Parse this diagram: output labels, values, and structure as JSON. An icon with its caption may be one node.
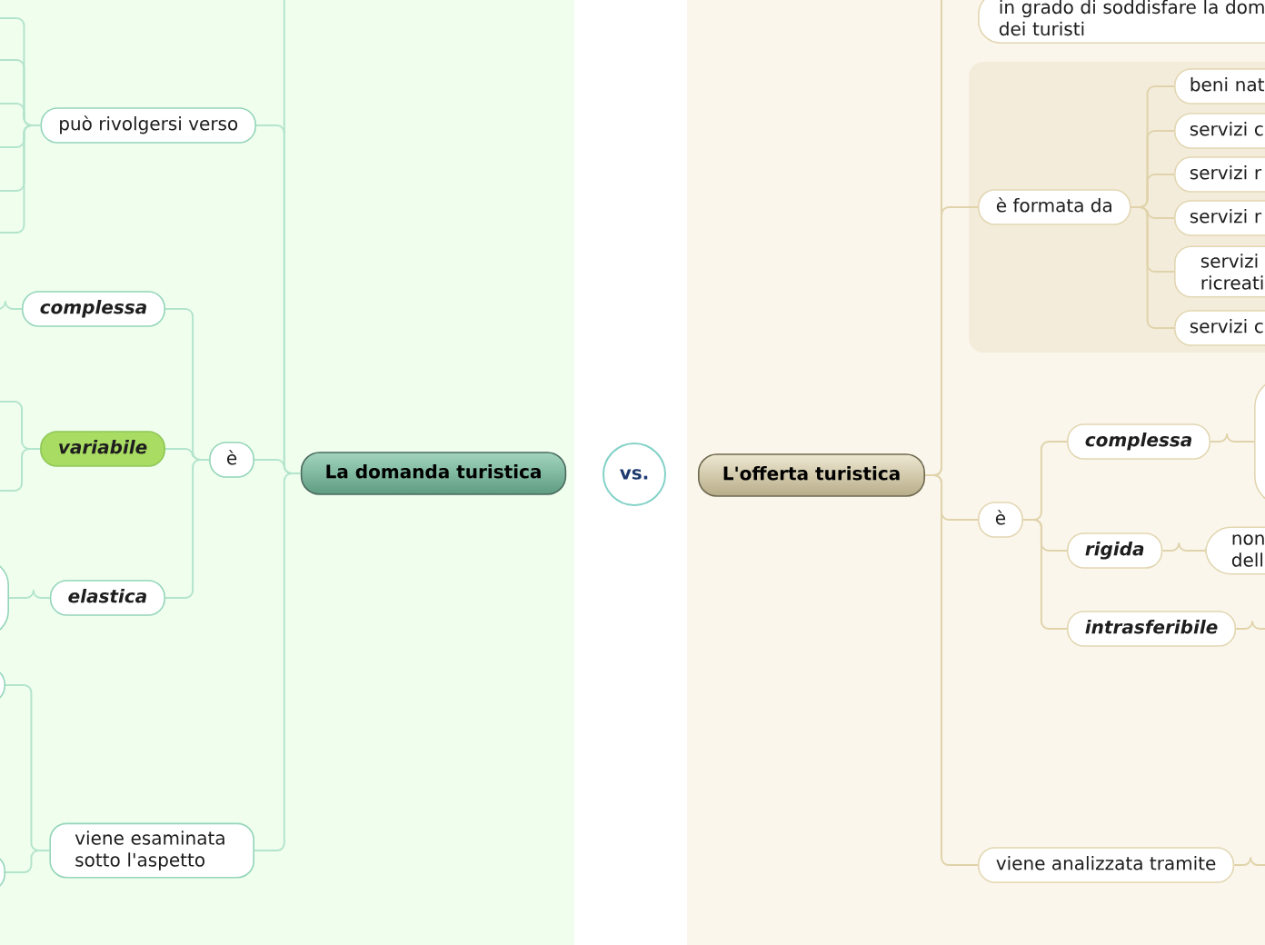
{
  "diagram": {
    "nodes": [
      {
        "text": [
          "può rivolgersi verso"
        ]
      },
      {
        "text": [
          "complessa"
        ]
      },
      {
        "text": [
          "variabile"
        ]
      },
      {
        "text": [
          "è"
        ]
      },
      {
        "text": [
          "La domanda turistica"
        ]
      },
      {
        "text": [],
        "shape": "box"
      },
      {
        "text": [
          "elastica"
        ]
      },
      {
        "text": [],
        "shape": "box"
      },
      {
        "text": [
          "viene esaminata sotto l'aspetto"
        ]
      },
      {
        "text": [],
        "shape": "box"
      },
      {
        "text": [
          "vs."
        ]
      },
      {
        "text": [
          "L'offerta turistica"
        ]
      },
      {
        "text": [
          "in grado di soddisfare la dom dei turisti"
        ]
      },
      {
        "text": [],
        "shape": "box"
      },
      {
        "text": [
          "è formata da"
        ],
        "in": 13
      },
      {
        "text": [
          "beni nat"
        ],
        "in": 13
      },
      {
        "text": [
          "servizi c"
        ],
        "in": 13
      },
      {
        "text": [
          "servizi r"
        ],
        "in": 13
      },
      {
        "text": [
          "servizi r"
        ],
        "in": 13
      },
      {
        "text": [
          "servizi ricreati"
        ],
        "in": 13
      },
      {
        "text": [
          "servizi c"
        ],
        "in": 13
      },
      {
        "text": [
          "è"
        ]
      },
      {
        "text": [
          "complessa"
        ]
      },
      {
        "text": [],
        "shape": "box"
      },
      {
        "text": [
          "rigida"
        ]
      },
      {
        "text": [
          "non dell"
        ]
      },
      {
        "text": [
          "intrasferibile"
        ]
      },
      {
        "text": [
          "viene analizzata tramite"
        ]
      }
    ],
    "edges": [
      {
        "from": 4,
        "to": null,
        "arrow": "none"
      },
      {
        "from": 4,
        "to": 0,
        "arrow": "none"
      },
      {
        "from": 4,
        "to": 3,
        "arrow": "none"
      },
      {
        "from": 4,
        "to": 8,
        "arrow": "none"
      },
      {
        "from": 0,
        "to": null,
        "arrow": "none"
      },
      {
        "from": 0,
        "to": null,
        "arrow": "none"
      },
      {
        "from": 0,
        "to": null,
        "arrow": "none"
      },
      {
        "from": 0,
        "to": null,
        "arrow": "none"
      },
      {
        "from": 0,
        "to": null,
        "arrow": "none"
      },
      {
        "from": 0,
        "to": null,
        "arrow": "none"
      },
      {
        "from": 3,
        "to": 1,
        "arrow": "none"
      },
      {
        "from": 3,
        "to": 2,
        "arrow": "none"
      },
      {
        "from": 3,
        "to": 6,
        "arrow": "none"
      },
      {
        "from": 1,
        "to": null,
        "arrow": "none"
      },
      {
        "from": 2,
        "to": null,
        "arrow": "none"
      },
      {
        "from": 2,
        "to": null,
        "arrow": "none"
      },
      {
        "from": 6,
        "to": 5,
        "arrow": "none"
      },
      {
        "from": 8,
        "to": 7,
        "arrow": "none"
      },
      {
        "from": 8,
        "to": 9,
        "arrow": "none"
      },
      {
        "from": 11,
        "to": null,
        "arrow": "none",
        "color": "#e0d3ab"
      },
      {
        "from": 11,
        "to": 14,
        "arrow": "none",
        "color": "#e0d3ab"
      },
      {
        "from": 11,
        "to": 21,
        "arrow": "none",
        "color": "#e0d3ab"
      },
      {
        "from": 11,
        "to": 27,
        "arrow": "none",
        "color": "#e0d3ab"
      },
      {
        "from": 14,
        "to": 15,
        "arrow": "none",
        "color": "#e0d3ab"
      },
      {
        "from": 14,
        "to": 16,
        "arrow": "none",
        "color": "#e0d3ab"
      },
      {
        "from": 14,
        "to": 17,
        "arrow": "none",
        "color": "#e0d3ab"
      },
      {
        "from": 14,
        "to": 18,
        "arrow": "none",
        "color": "#e0d3ab"
      },
      {
        "from": 14,
        "to": 19,
        "arrow": "none",
        "color": "#e0d3ab"
      },
      {
        "from": 14,
        "to": 20,
        "arrow": "none",
        "color": "#e0d3ab"
      },
      {
        "from": 21,
        "to": 22,
        "arrow": "none",
        "color": "#e0d3ab"
      },
      {
        "from": 21,
        "to": 24,
        "arrow": "none",
        "color": "#e0d3ab"
      },
      {
        "from": 21,
        "to": 26,
        "arrow": "none",
        "color": "#e0d3ab"
      },
      {
        "from": 22,
        "to": 23,
        "arrow": "none",
        "color": "#e0d3ab"
      },
      {
        "from": 24,
        "to": 25,
        "arrow": "none",
        "color": "#e0d3ab"
      },
      {
        "from": 26,
        "to": null,
        "arrow": "none",
        "color": "#e0d3ab"
      },
      {
        "from": 27,
        "to": null,
        "arrow": "none",
        "color": "#e0d3ab"
      }
    ]
  }
}
